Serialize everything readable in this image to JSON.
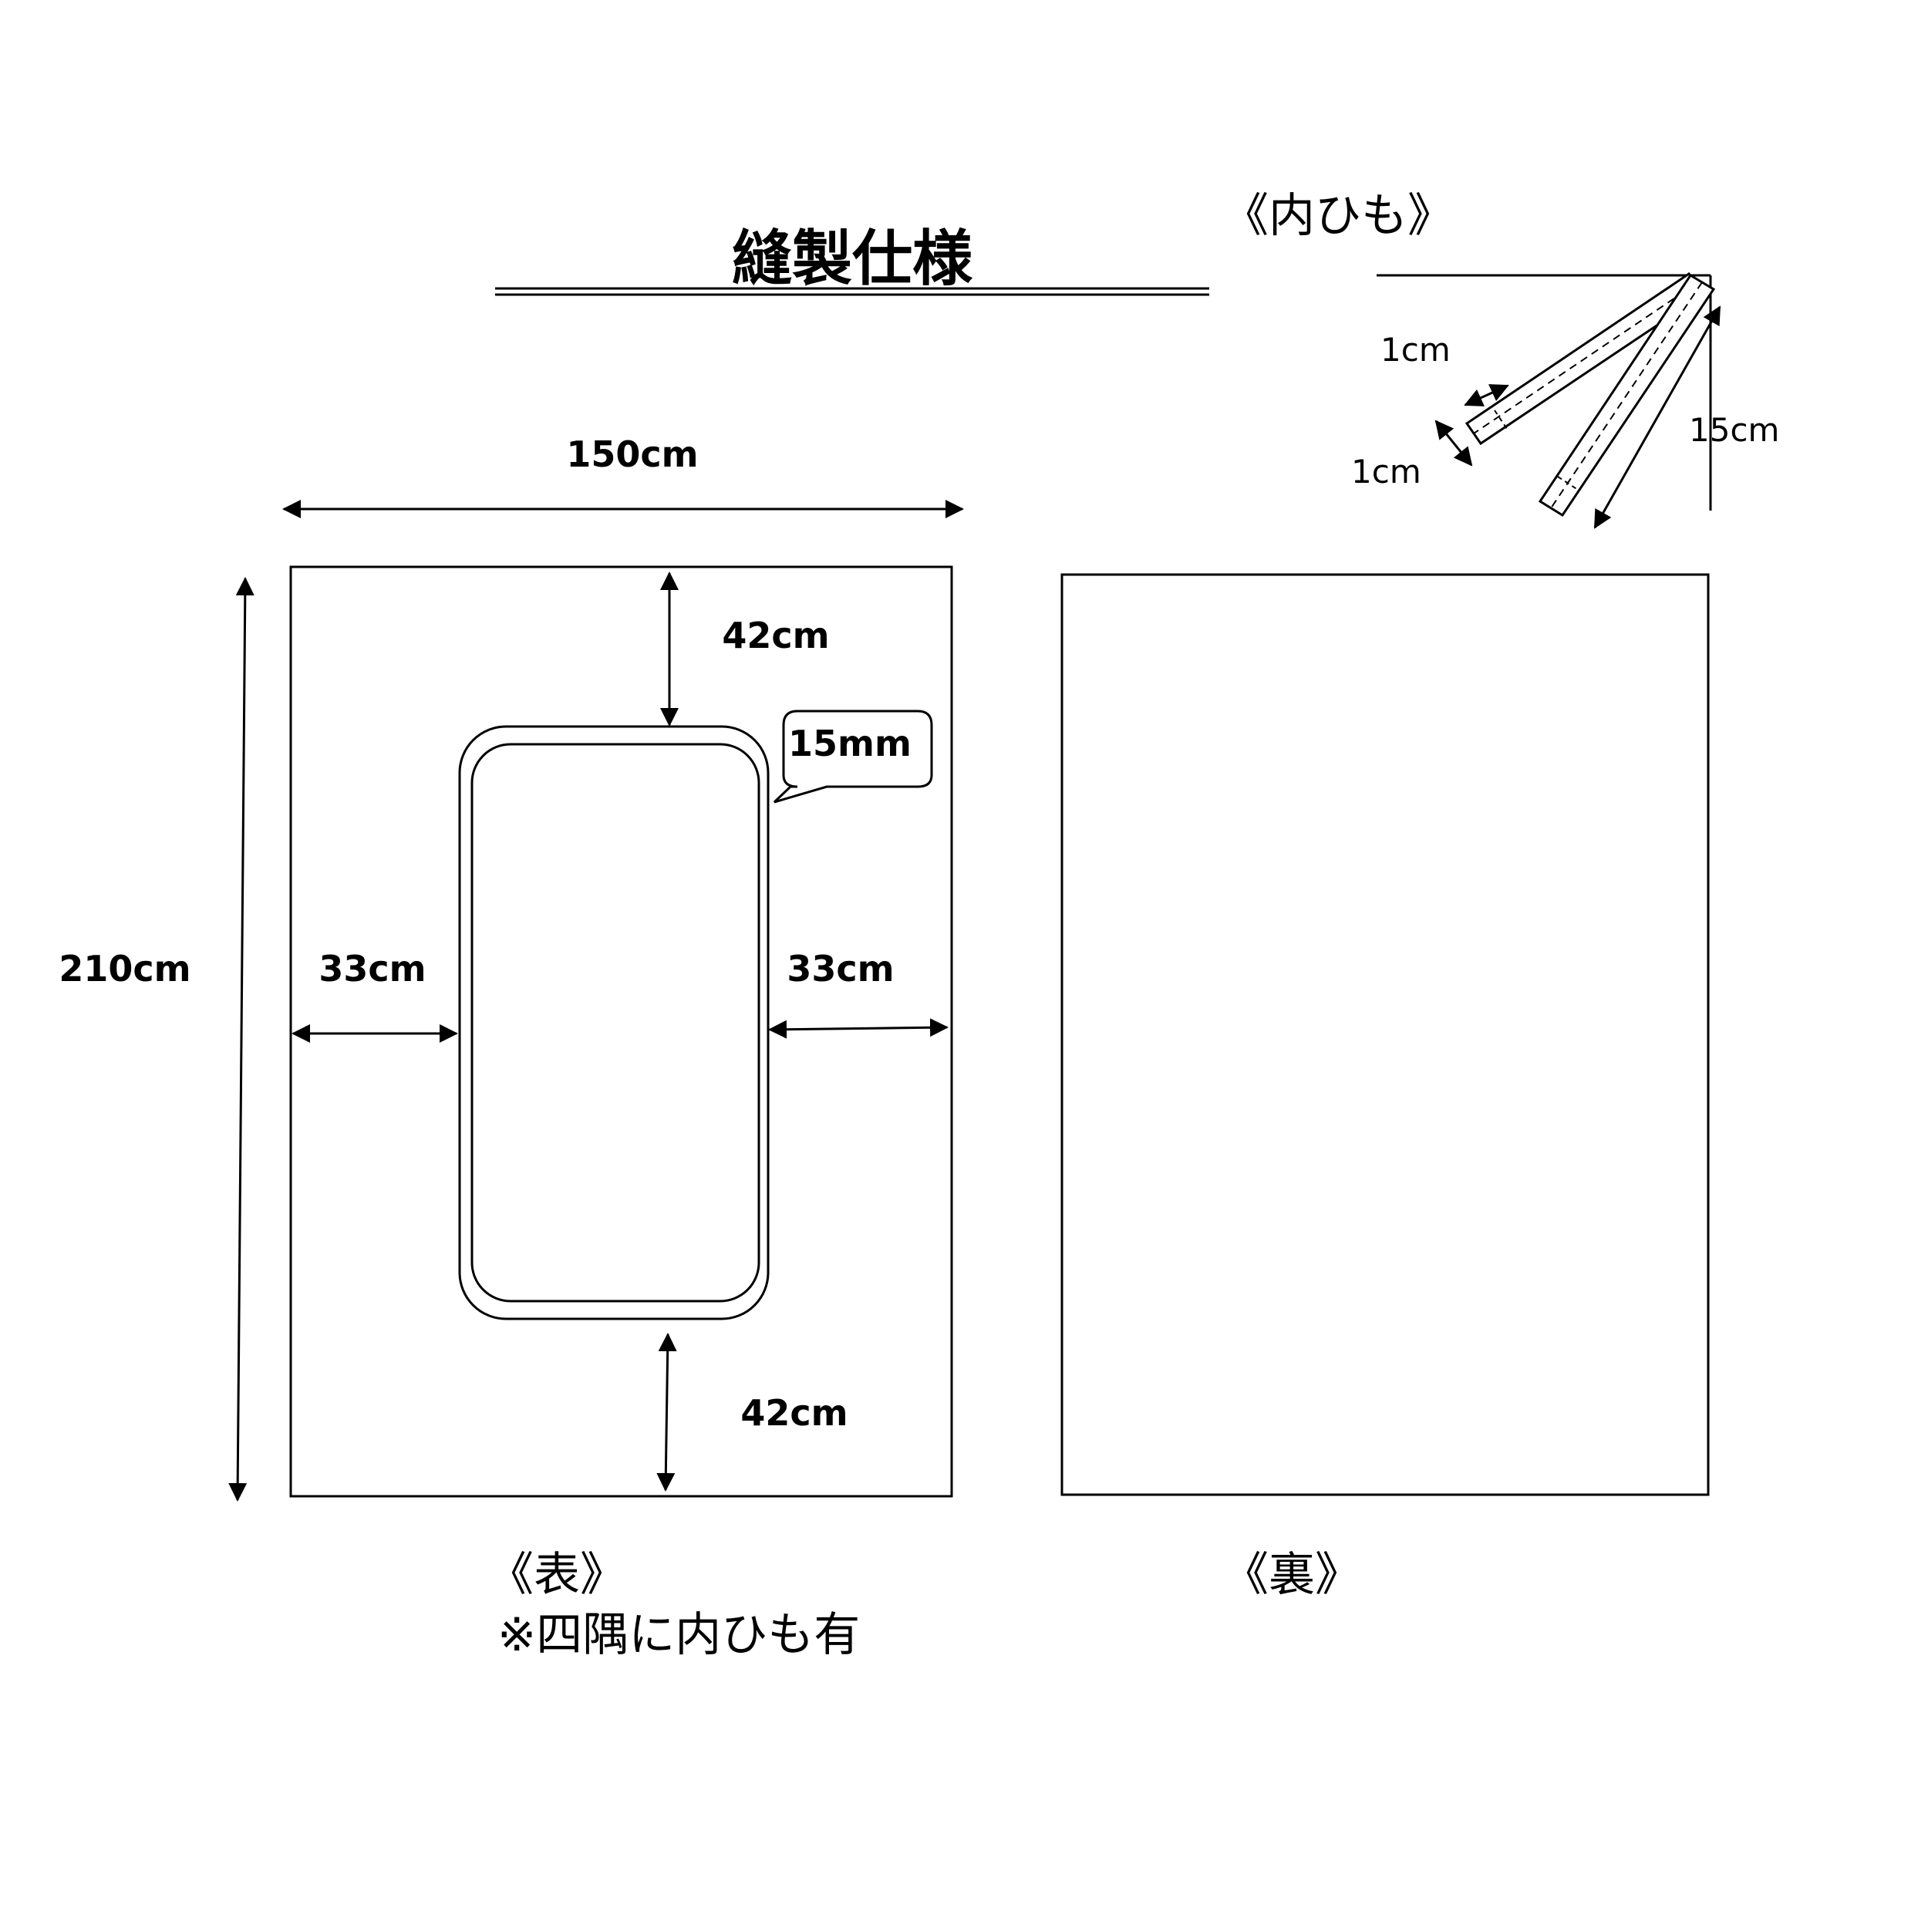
{
  "title": "縫製仕様",
  "inner_tie": {
    "label": "《内ひも》",
    "dim_width_top": "1cm",
    "dim_width_bottom": "1cm",
    "dim_length": "15cm"
  },
  "front": {
    "label": "《表》",
    "note": "※四隅に内ひも有",
    "width": "150cm",
    "height": "210cm",
    "margin_top": "42cm",
    "margin_bottom": "42cm",
    "margin_left": "33cm",
    "margin_right": "33cm",
    "border_width": "15mm"
  },
  "back": {
    "label": "《裏》"
  }
}
